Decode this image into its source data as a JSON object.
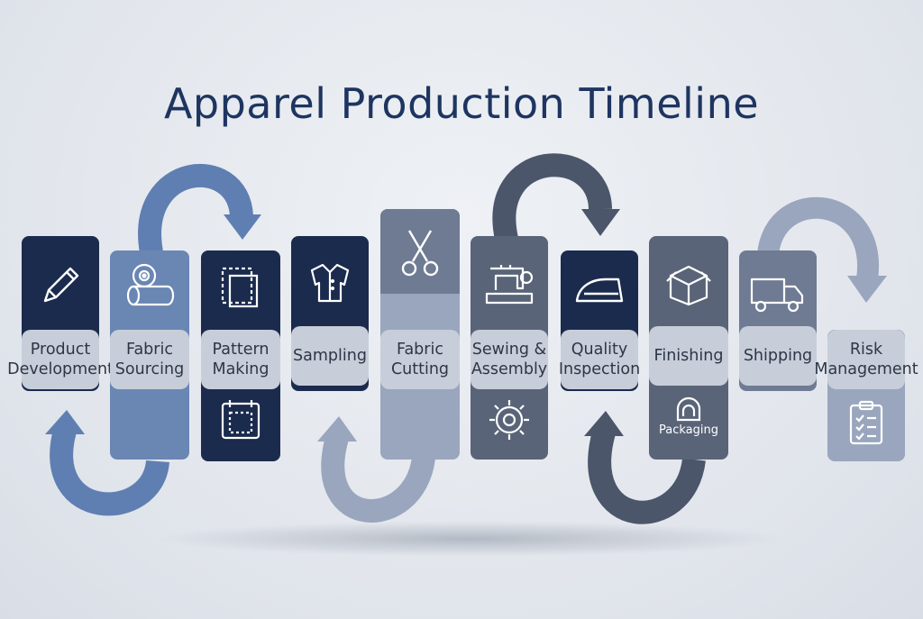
{
  "title": "Apparel Production Timeline",
  "colors": {
    "navy": "#1b2b4d",
    "steel": "#6a86b3",
    "slate": "#5a6478",
    "light_steel": "#9aa6bd",
    "label_bg": "#c8ced9",
    "text": "#2c3646"
  },
  "steps": [
    {
      "label": "Product\nDevelopment",
      "icon": "pencil-icon"
    },
    {
      "label": "Fabric\nSourcing",
      "icon": "fabric-roll-icon"
    },
    {
      "label": "Pattern\nMaking",
      "icon": "pattern-icon",
      "sub_icon": "pattern-board-icon"
    },
    {
      "label": "Sampling",
      "icon": "shirt-icon"
    },
    {
      "label": "Fabric\nCutting",
      "icon": "scissors-icon"
    },
    {
      "label": "Sewing &\nAssembly",
      "icon": "sewing-machine-icon",
      "sub_icon": "gear-icon"
    },
    {
      "label": "Quality\nInspection",
      "icon": "iron-icon"
    },
    {
      "label": "Finishing",
      "icon": "box-icon",
      "sub_label": "Packaging",
      "sub_icon": "packaging-icon"
    },
    {
      "label": "Shipping",
      "icon": "truck-icon"
    },
    {
      "label": "Risk\nManagement",
      "sub_icon": "checklist-icon"
    }
  ]
}
